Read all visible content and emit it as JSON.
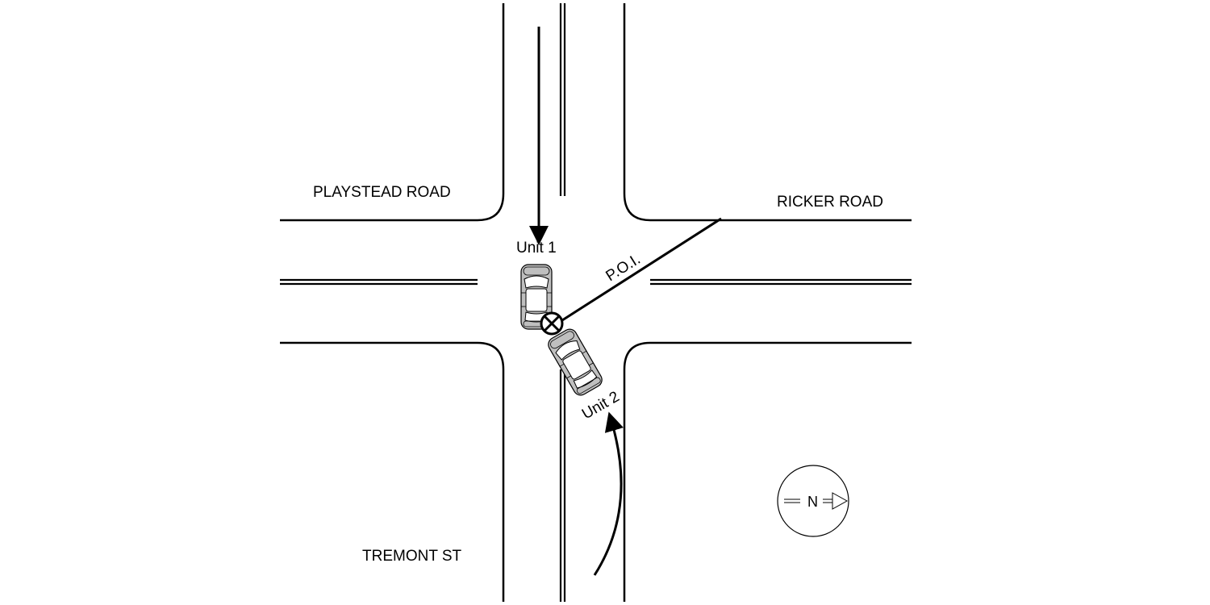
{
  "roads": {
    "west_label": "PLAYSTEAD ROAD",
    "east_label": "RICKER ROAD",
    "south_label": "TREMONT ST"
  },
  "vehicles": [
    {
      "label": "Unit 1"
    },
    {
      "label": "Unit 2"
    }
  ],
  "impact": {
    "label": "P.O.I."
  },
  "compass": {
    "label": "N"
  },
  "colors": {
    "line": "#000000",
    "car_fill": "#bfbfbf",
    "background": "#ffffff"
  }
}
